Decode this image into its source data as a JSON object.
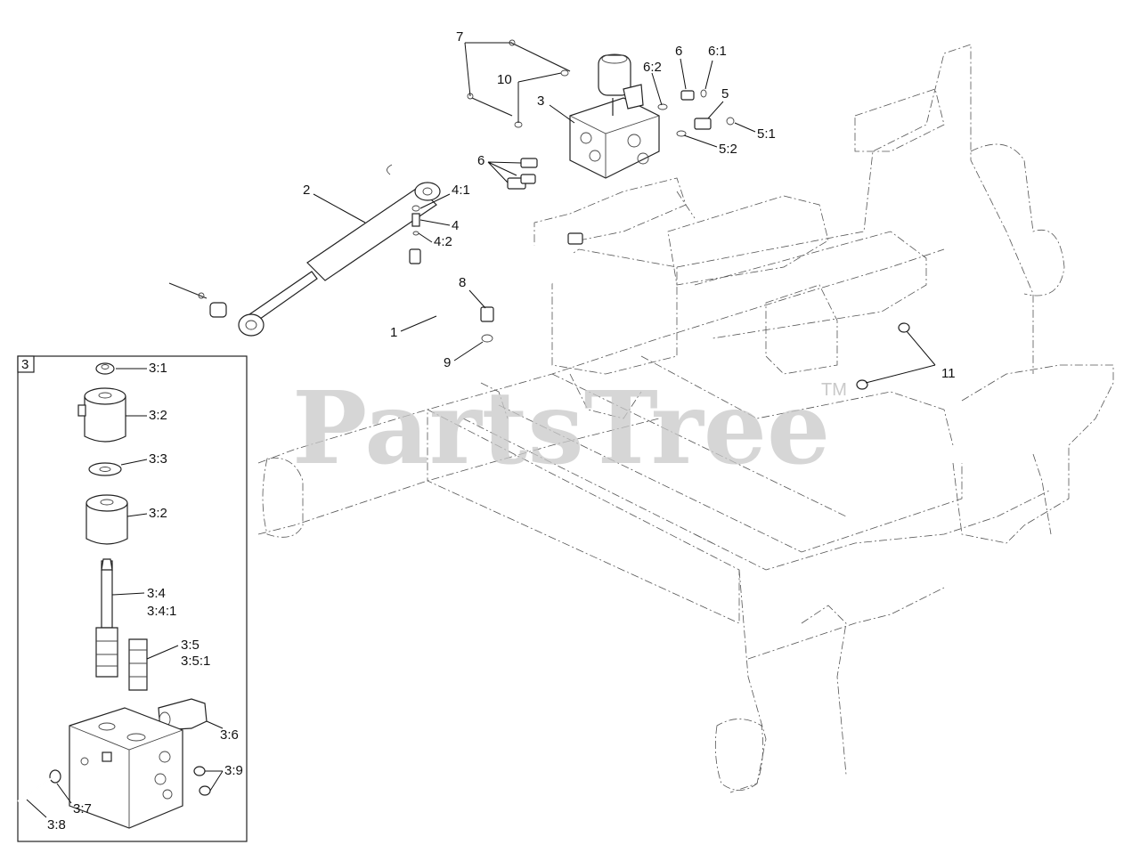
{
  "watermark": {
    "brand": "PartsTree",
    "trademark": "TM"
  },
  "inset": {
    "number": "3"
  },
  "callouts": {
    "c7": "7",
    "c10": "10",
    "c3": "3",
    "c6_2": "6:2",
    "c6": "6",
    "c6_1": "6:1",
    "c5": "5",
    "c5_1": "5:1",
    "c5_2": "5:2",
    "c6b": "6",
    "c2": "2",
    "c4_1": "4:1",
    "c4": "4",
    "c4_2": "4:2",
    "c8": "8",
    "c1": "1",
    "c9": "9",
    "c11": "11"
  },
  "inset_callouts": {
    "i3_1": "3:1",
    "i3_2a": "3:2",
    "i3_3": "3:3",
    "i3_2b": "3:2",
    "i3_4": "3:4",
    "i3_4_1": "3:4:1",
    "i3_5": "3:5",
    "i3_5_1": "3:5:1",
    "i3_6": "3:6",
    "i3_9": "3:9",
    "i3_7": "3:7",
    "i3_8": "3:8"
  }
}
